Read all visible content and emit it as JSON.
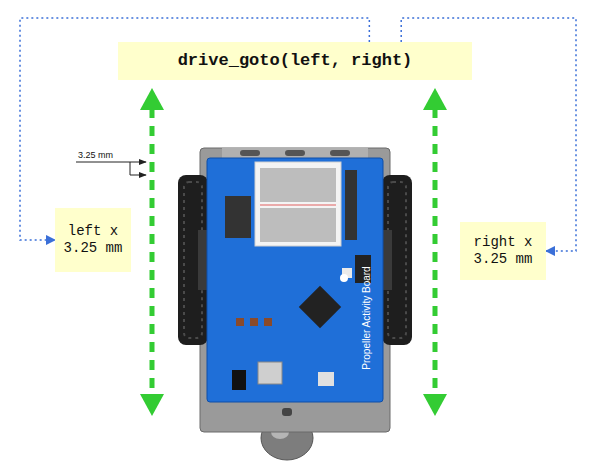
{
  "diagram": {
    "nodes": [
      {
        "text": [
          "drive_goto(left, right)"
        ]
      },
      {
        "text": [
          "left x 3.25 mm"
        ]
      },
      {
        "text": [
          "right x 3.25 mm"
        ]
      }
    ],
    "edges": [
      {
        "from": 0,
        "to": 1,
        "arrow": "to"
      },
      {
        "from": 0,
        "to": 2,
        "arrow": "to"
      }
    ],
    "labels": [
      "3.25 mm",
      "Propeller Activity Board"
    ]
  }
}
